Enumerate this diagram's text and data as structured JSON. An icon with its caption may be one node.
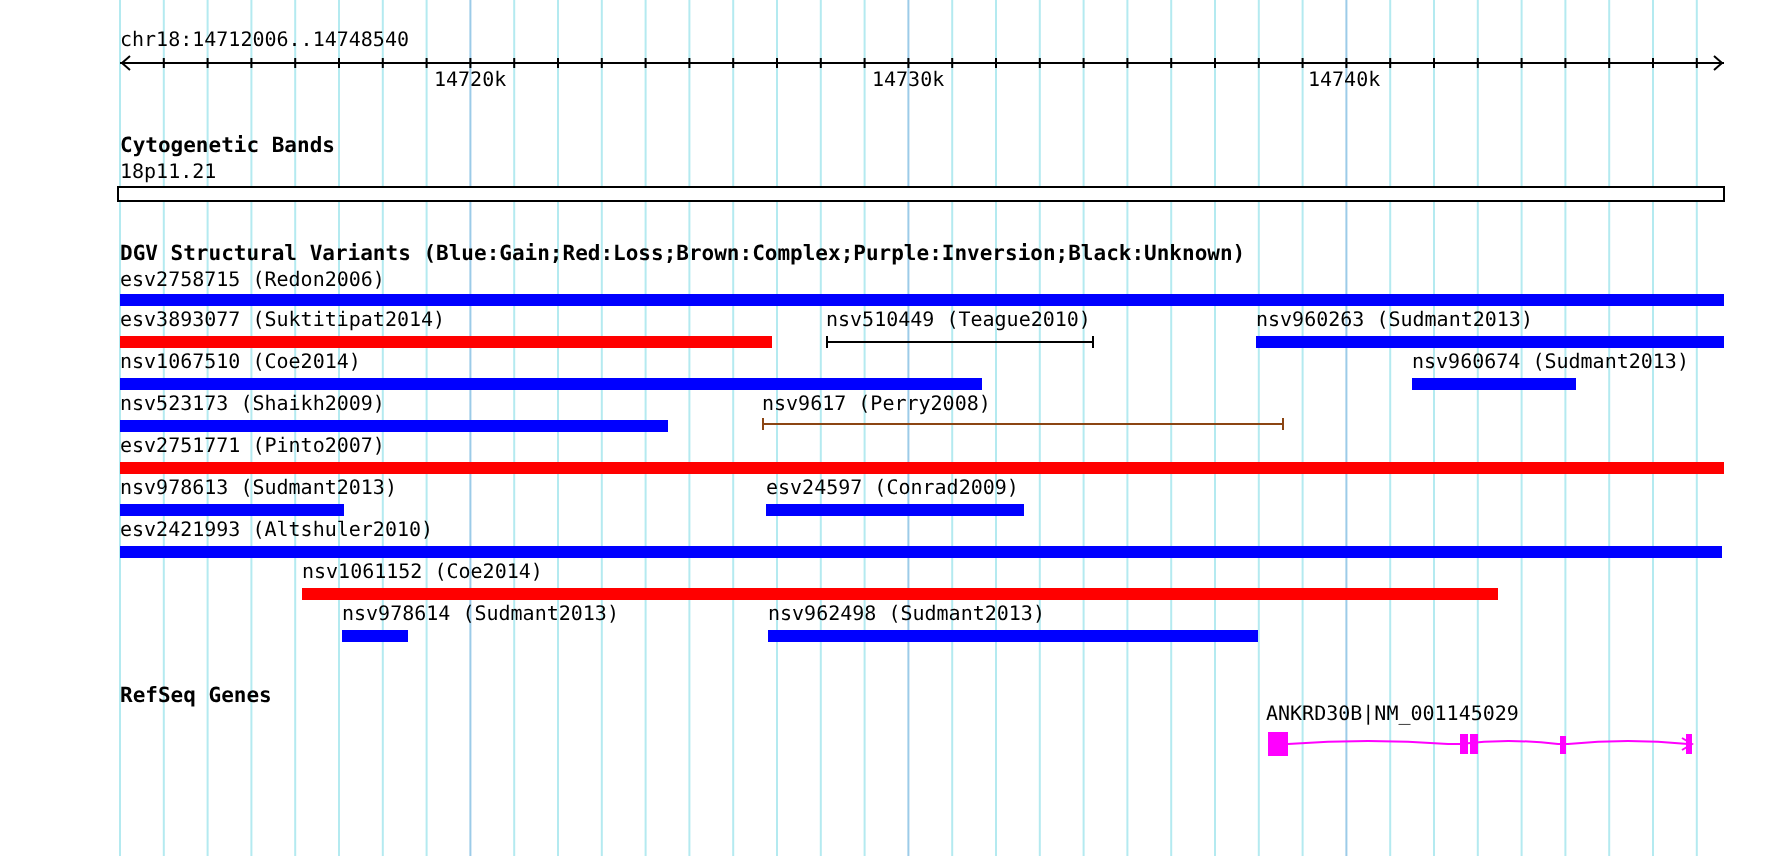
{
  "diagram": {
    "nodes": [
      {
        "text": [
          "esv2758715 (Redon2006)"
        ]
      },
      {
        "text": [
          "esv3893077 (Suktitipat2014)"
        ]
      },
      {
        "text": [
          "nsv510449 (Teague2010)"
        ]
      },
      {
        "text": [
          "nsv960263 (Sudmant2013)"
        ]
      },
      {
        "text": [
          "nsv1067510 (Coe2014)"
        ]
      },
      {
        "text": [
          "nsv960674 (Sudmant2013)"
        ]
      },
      {
        "text": [
          "nsv523173 (Shaikh2009)"
        ]
      },
      {
        "text": [
          "nsv9617 (Perry2008)"
        ]
      },
      {
        "text": [
          "esv2751771 (Pinto2007)"
        ]
      },
      {
        "text": [
          "nsv978613 (Sudmant2013)"
        ]
      },
      {
        "text": [
          "esv24597 (Conrad2009)"
        ]
      },
      {
        "text": [
          "esv2421993 (Altshuler2010)"
        ]
      },
      {
        "text": [
          "nsv1061152 (Coe2014)"
        ]
      },
      {
        "text": [
          "nsv978614 (Sudmant2013)"
        ]
      },
      {
        "text": [
          "nsv962498 (Sudmant2013)"
        ]
      },
      {
        "text": [
          "ANKRD30B|NM_001145029"
        ]
      }
    ],
    "labels": [
      "chr18:14712006..14748540",
      "14720k",
      "14730k",
      "14740k",
      "Cytogenetic Bands",
      "18p11.21",
      "DGV Structural Variants (Blue:Gain;Red:Loss;Brown:Complex;Purple:Inversion;Black:Unknown)",
      "RefSeq Genes"
    ]
  }
}
